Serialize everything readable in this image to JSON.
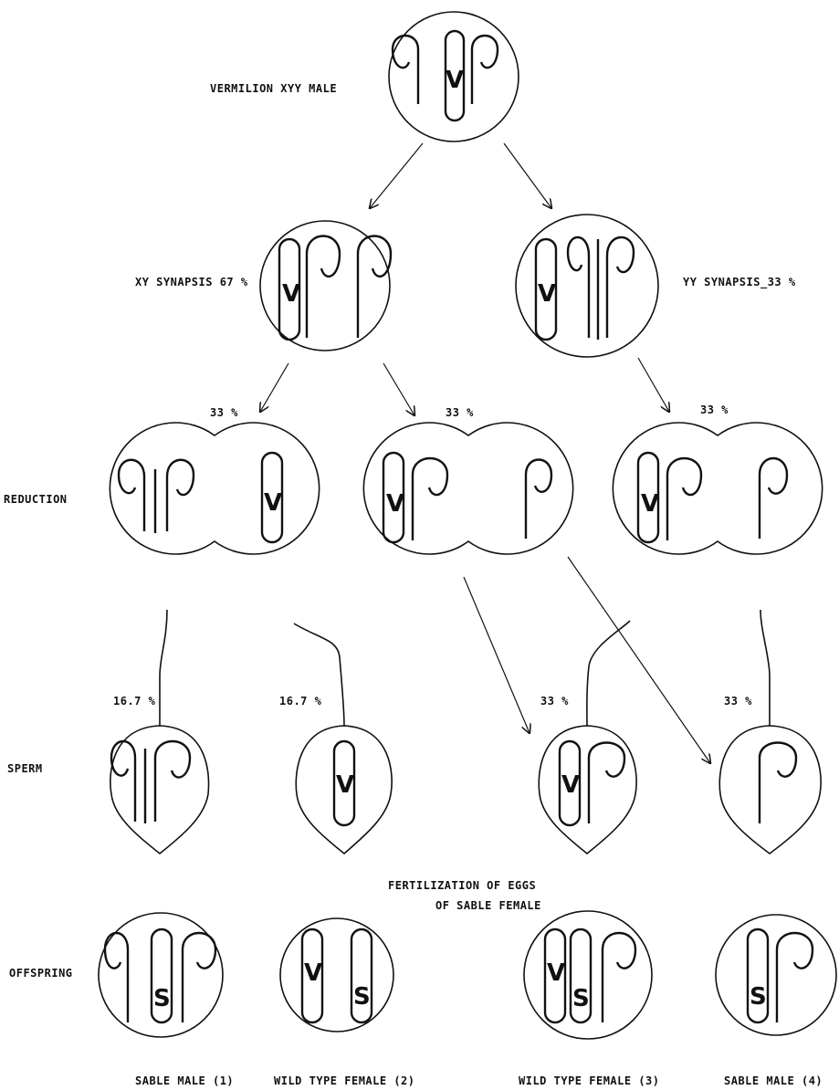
{
  "labels": {
    "parent": "VERMILION XYY MALE",
    "xy_synapsis": "XY SYNAPSIS 67 %",
    "yy_synapsis": "YY SYNAPSIS_33 %",
    "reduction": "REDUCTION",
    "sperm": "SPERM",
    "offspring": "OFFSPRING",
    "fertilization_line1": "FERTILIZATION OF EGGS",
    "fertilization_line2": "OF SABLE FEMALE"
  },
  "percentages": {
    "reduction_left": "33 %",
    "reduction_middle": "33 %",
    "reduction_right": "33 %",
    "sperm_1": "16.7 %",
    "sperm_2": "16.7 %",
    "sperm_3": "33 %",
    "sperm_4": "33 %"
  },
  "genes": {
    "vermilion": "V",
    "sable": "S"
  },
  "offspring_names": [
    "SABLE MALE (1)",
    "WILD TYPE FEMALE (2)",
    "WILD TYPE FEMALE (3)",
    "SABLE MALE (4)"
  ]
}
